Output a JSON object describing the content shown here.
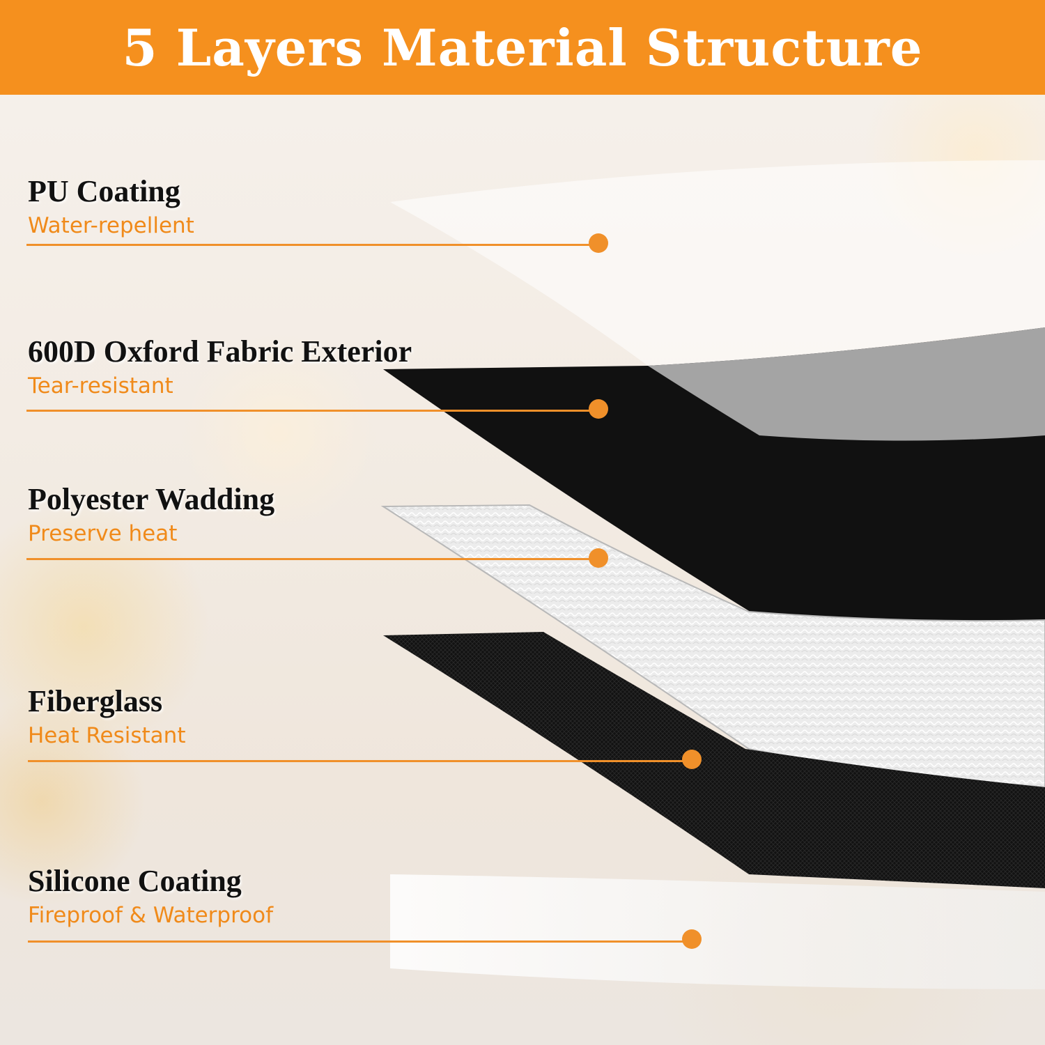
{
  "title": "5 Layers Material Structure",
  "colors": {
    "accent": "#f5901e",
    "text": "#111111",
    "subtext": "#f08a1a"
  },
  "layers": [
    {
      "name": "PU Coating",
      "description": "Water-repellent"
    },
    {
      "name": "600D Oxford Fabric Exterior",
      "description": "Tear-resistant"
    },
    {
      "name": "Polyester Wadding",
      "description": "Preserve heat"
    },
    {
      "name": "Fiberglass",
      "description": "Heat Resistant"
    },
    {
      "name": "Silicone Coating",
      "description": "Fireproof & Waterproof"
    }
  ]
}
